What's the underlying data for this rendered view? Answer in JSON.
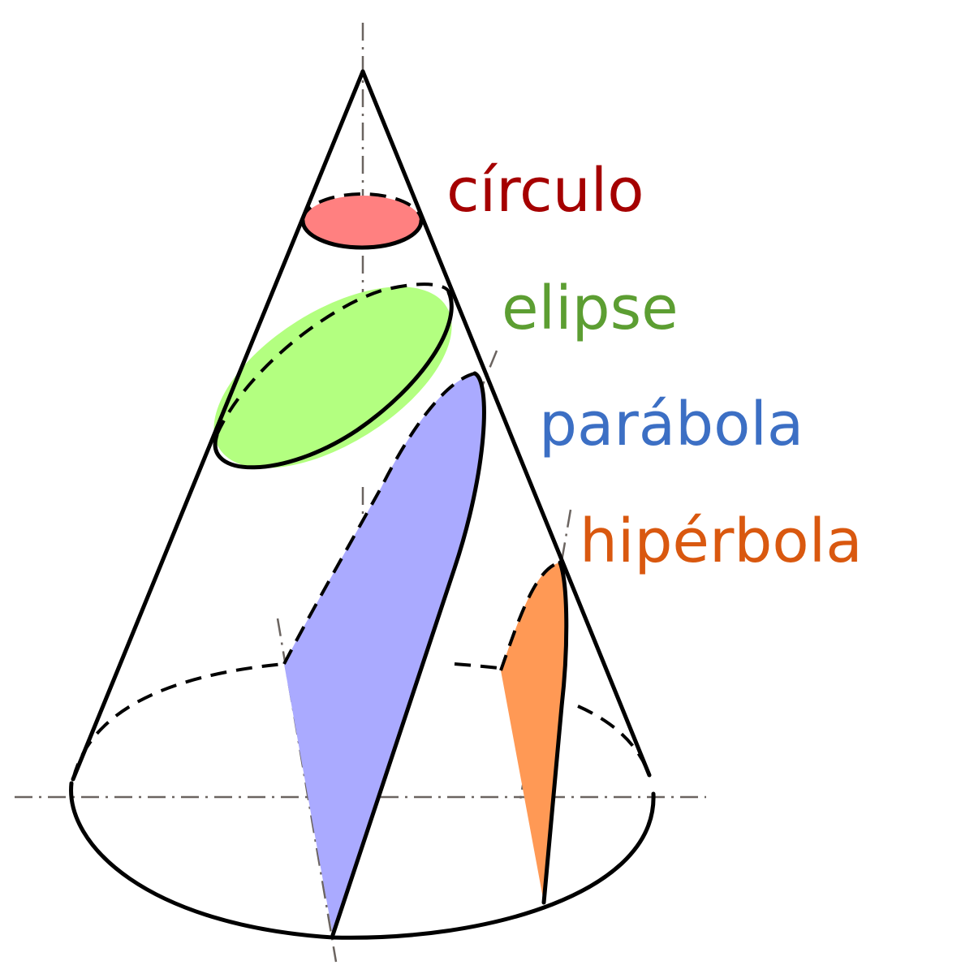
{
  "labels": {
    "circle": "círculo",
    "ellipse": "elipse",
    "parabola": "parábola",
    "hyperbola": "hipérbola"
  },
  "colors": {
    "circle_fill": "#ff8080",
    "circle_label": "#a50000",
    "ellipse_fill": "#b3ff80",
    "ellipse_label": "#5c9e32",
    "parabola_fill": "#aaaaff",
    "parabola_label": "#3c6fc4",
    "hyperbola_fill": "#ff9955",
    "hyperbola_label": "#d9580f",
    "outline": "#000000",
    "axis": "#6b6460"
  }
}
